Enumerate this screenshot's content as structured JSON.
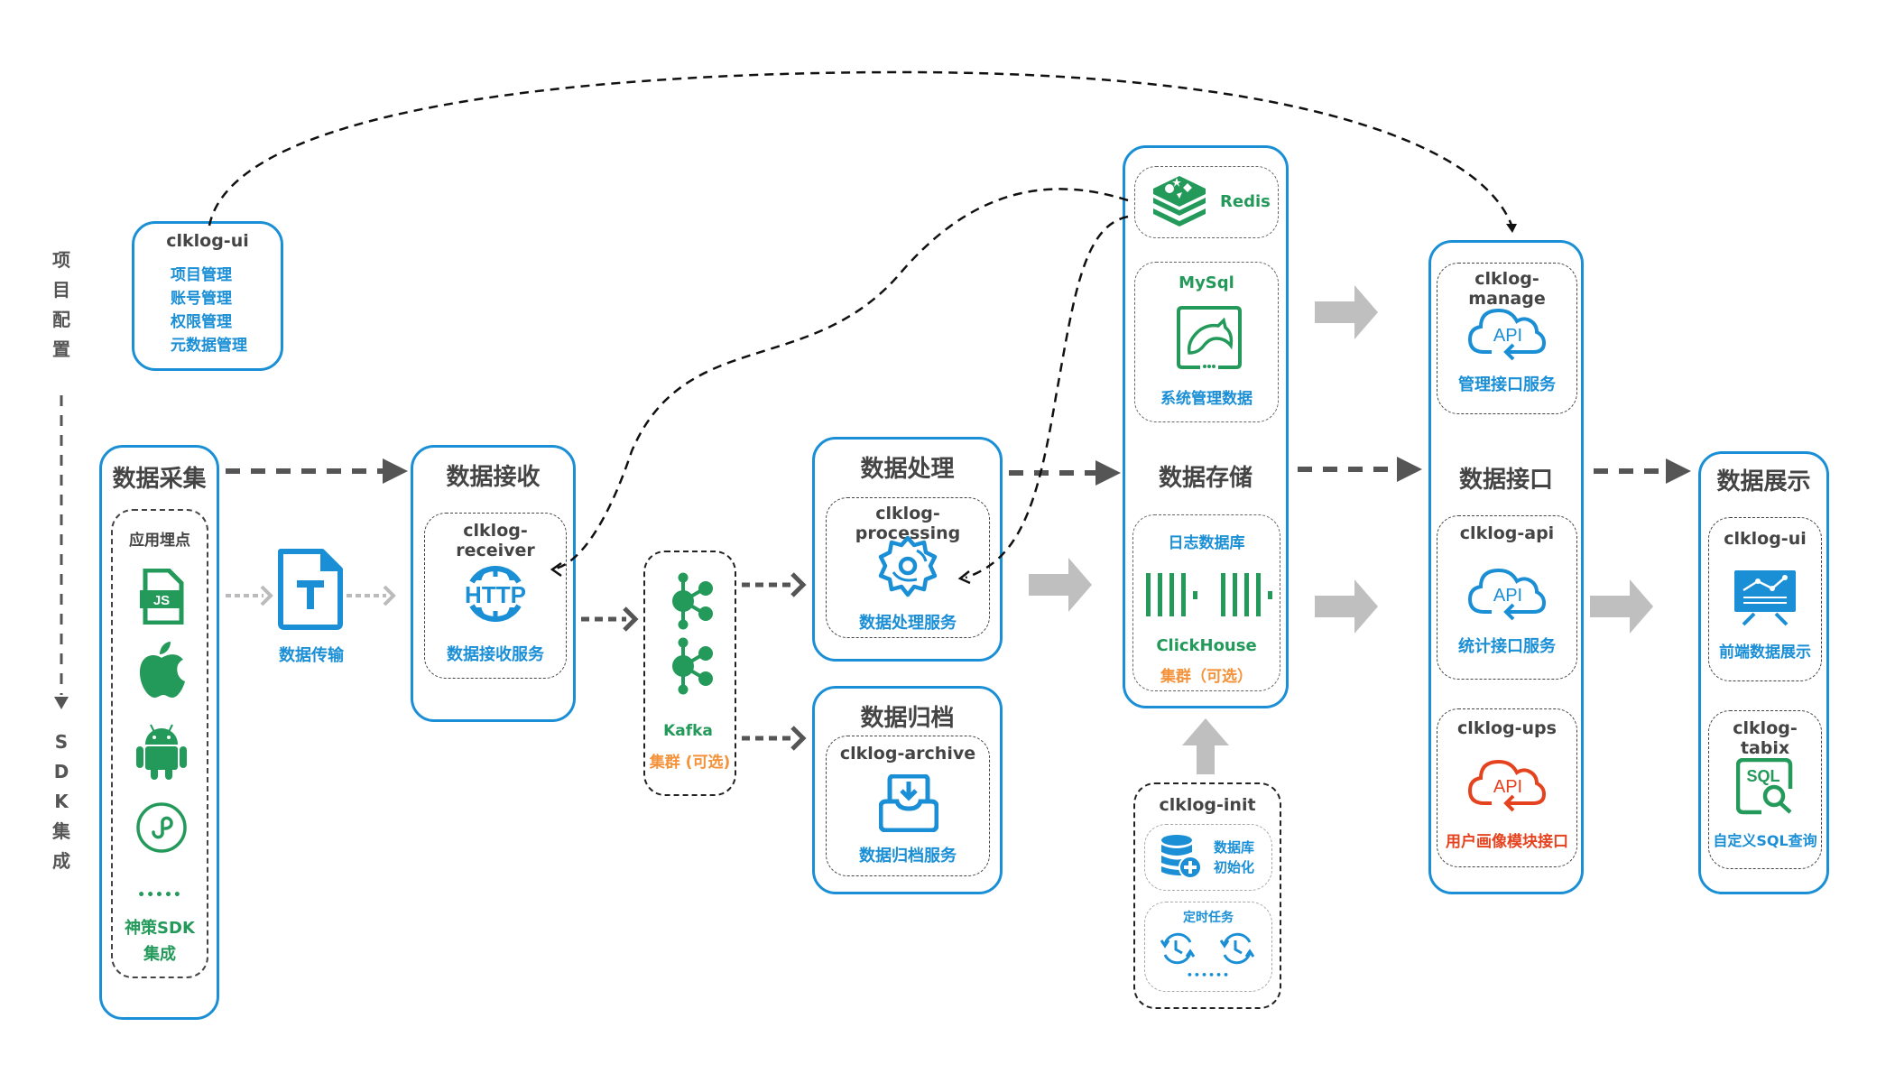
{
  "side_labels": {
    "project_config": [
      "项",
      "目",
      "配",
      "置"
    ],
    "sdk_integration": [
      "S",
      "D",
      "K",
      "集",
      "成"
    ]
  },
  "clklog_ui_config": {
    "name": "clklog-ui",
    "items": [
      "项目管理",
      "账号管理",
      "权限管理",
      "元数据管理"
    ]
  },
  "collection": {
    "title": "数据采集",
    "inner_title": "应用埋点",
    "icons": [
      "js-file-icon",
      "apple-icon",
      "android-icon",
      "mini-program-icon"
    ],
    "ellipsis": "•••••",
    "footer_line1": "神策SDK",
    "footer_line2": "集成"
  },
  "transfer": {
    "label": "数据传输"
  },
  "receive": {
    "title": "数据接收",
    "service": "clklog-receiver",
    "icon_text": "HTTP",
    "desc": "数据接收服务"
  },
  "kafka": {
    "name": "Kafka",
    "note": "集群 (可选)"
  },
  "processing": {
    "title": "数据处理",
    "service": "clklog-processing",
    "desc": "数据处理服务"
  },
  "archive": {
    "title": "数据归档",
    "service": "clklog-archive",
    "desc": "数据归档服务"
  },
  "storage": {
    "title": "数据存储",
    "redis": "Redis",
    "mysql": "MySql",
    "mysql_desc": "系统管理数据",
    "log_db": "日志数据库",
    "clickhouse": "ClickHouse",
    "clickhouse_note": "集群（可选）"
  },
  "init": {
    "service": "clklog-init",
    "db_init_line1": "数据库",
    "db_init_line2": "初始化",
    "scheduled": "定时任务",
    "ellipsis": "••••••"
  },
  "api": {
    "title": "数据接口",
    "services": [
      {
        "name": "clklog-manage",
        "icon_text": "API",
        "desc": "管理接口服务",
        "color": "#1a8fd6"
      },
      {
        "name": "clklog-api",
        "icon_text": "API",
        "desc": "统计接口服务",
        "color": "#1a8fd6"
      },
      {
        "name": "clklog-ups",
        "icon_text": "API",
        "desc": "用户画像模块接口",
        "color": "#e5431f"
      }
    ]
  },
  "display": {
    "title": "数据展示",
    "services": [
      {
        "name": "clklog-ui",
        "desc": "前端数据展示"
      },
      {
        "name": "clklog-tabix",
        "icon_text": "SQL",
        "desc": "自定义SQL查询"
      }
    ]
  },
  "colors": {
    "primary_blue": "#1a8fd6",
    "green": "#23995a",
    "orange": "#f4923a",
    "red": "#e5431f",
    "arrow_dark": "#555555",
    "arrow_gray": "#bfbfbf"
  }
}
